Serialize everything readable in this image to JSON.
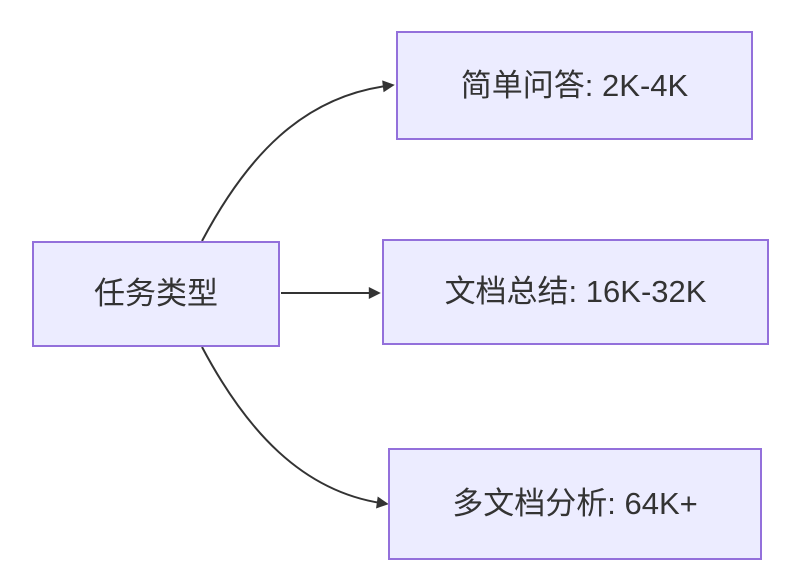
{
  "diagram": {
    "type": "flowchart",
    "direction": "left-to-right",
    "root": {
      "label": "任务类型"
    },
    "branches": [
      {
        "label": "简单问答: 2K-4K"
      },
      {
        "label": "文档总结: 16K-32K"
      },
      {
        "label": "多文档分析: 64K+"
      }
    ],
    "colors": {
      "node_fill": "#ECECFF",
      "node_border": "#9370DB",
      "edge": "#333333",
      "text": "#333333",
      "background": "#FFFFFF"
    }
  }
}
